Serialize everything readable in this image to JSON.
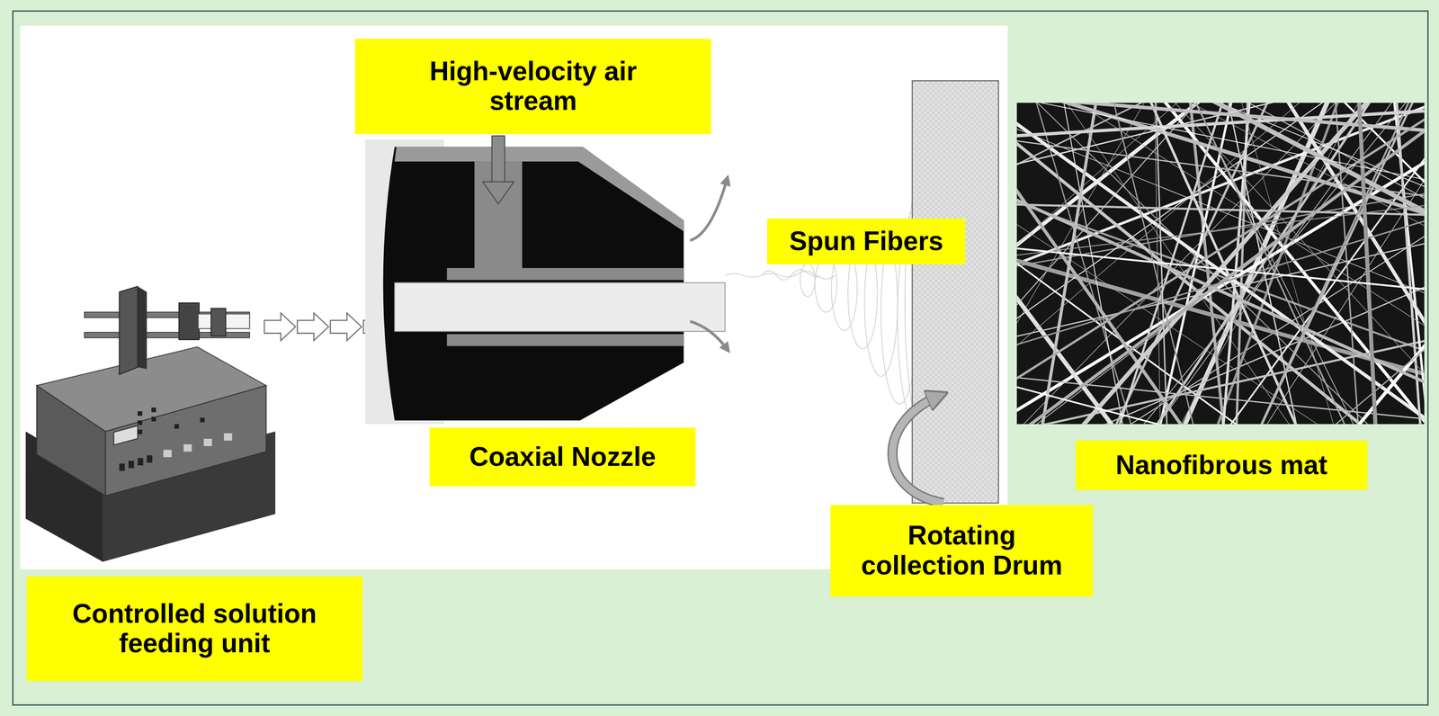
{
  "diagram": {
    "nodes": [
      {
        "text": [
          "High-velocity air stream"
        ]
      },
      {
        "text": [
          "Spun Fibers"
        ]
      },
      {
        "text": [
          "Coaxial Nozzle"
        ]
      },
      {
        "text": [
          "Nanofibrous mat"
        ]
      },
      {
        "text": [
          "Rotating collection Drum"
        ]
      },
      {
        "text": [
          "Controlled solution feeding unit"
        ]
      }
    ]
  }
}
